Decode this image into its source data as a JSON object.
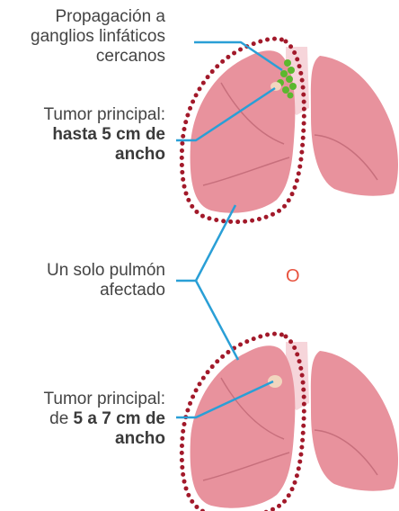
{
  "labels": {
    "lymph_spread": {
      "line1": "Propagación a",
      "line2": "ganglios linfáticos",
      "line3": "cercanos"
    },
    "tumor_top": {
      "line1": "Tumor principal:",
      "line2": "hasta 5 cm de",
      "line3": "ancho"
    },
    "one_lung": {
      "line1": "Un solo pulmón",
      "line2": "afectado"
    },
    "tumor_bottom": {
      "line1": "Tumor principal:",
      "line2_prefix": "de ",
      "line2_bold": "5 a 7 cm de",
      "line3": "ancho"
    }
  },
  "or_word": "O",
  "colors": {
    "lung_fill": "#e8929d",
    "lung_stroke": "#c76f7c",
    "trachea": "#f6d5da",
    "dotted_outline": "#a2192a",
    "callout_line": "#2a9fd6",
    "lymph_node": "#5bb82e",
    "tumor": "#f1d6bf",
    "or_word": "#e8533f"
  },
  "icons": {
    "lymph_nodes": "lymph-node-cluster-icon",
    "tumor": "tumor-blob-icon"
  }
}
